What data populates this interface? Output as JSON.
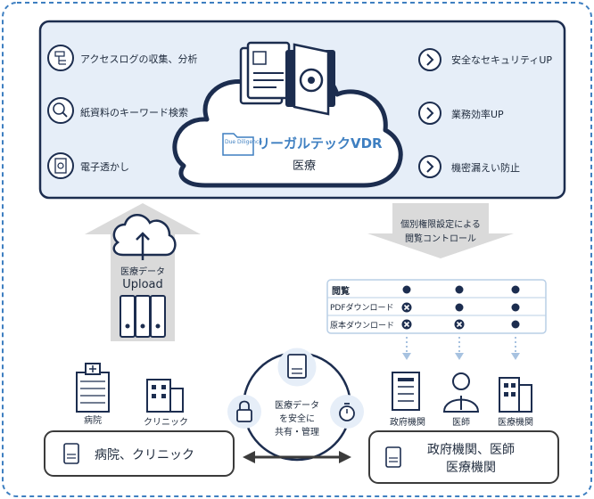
{
  "vdr": {
    "brand_small": "Due Diligence",
    "product_name": "リーガルテックVDR",
    "sub_label": "医療",
    "left_features": [
      "アクセスログの収集、分析",
      "紙資料のキーワード検索",
      "電子透かし"
    ],
    "right_features": [
      "安全なセキュリティUP",
      "業務効率UP",
      "機密漏えい防止"
    ]
  },
  "upload": {
    "label": "医療データ",
    "label_en": "Upload"
  },
  "access_control": {
    "caption_line1": "個別権限設定による",
    "caption_line2": "閲覧コントロール",
    "rows": [
      {
        "label": "閲覧",
        "values": [
          "allow",
          "allow",
          "allow"
        ]
      },
      {
        "label": "PDFダウンロード",
        "values": [
          "deny",
          "allow",
          "allow"
        ]
      },
      {
        "label": "原本ダウンロード",
        "values": [
          "deny",
          "deny",
          "allow"
        ]
      }
    ]
  },
  "hospital_side": {
    "hospital_label": "病院",
    "clinic_label": "クリニック",
    "box_label": "病院、クリニック"
  },
  "gov_side": {
    "gov_label": "政府機関",
    "doctor_label": "医師",
    "medical_label": "医療機関",
    "box_line1": "政府機関、医師",
    "box_line2": "医療機関"
  },
  "center_circle": {
    "line1": "医療データ",
    "line2": "を安全に",
    "line3": "共有・管理"
  },
  "colors": {
    "navy": "#1c2d4f",
    "panel": "#e6eef8",
    "accent": "#3e7fc1",
    "gray_arrow": "#dadada",
    "deny": "#1c2d4f"
  }
}
